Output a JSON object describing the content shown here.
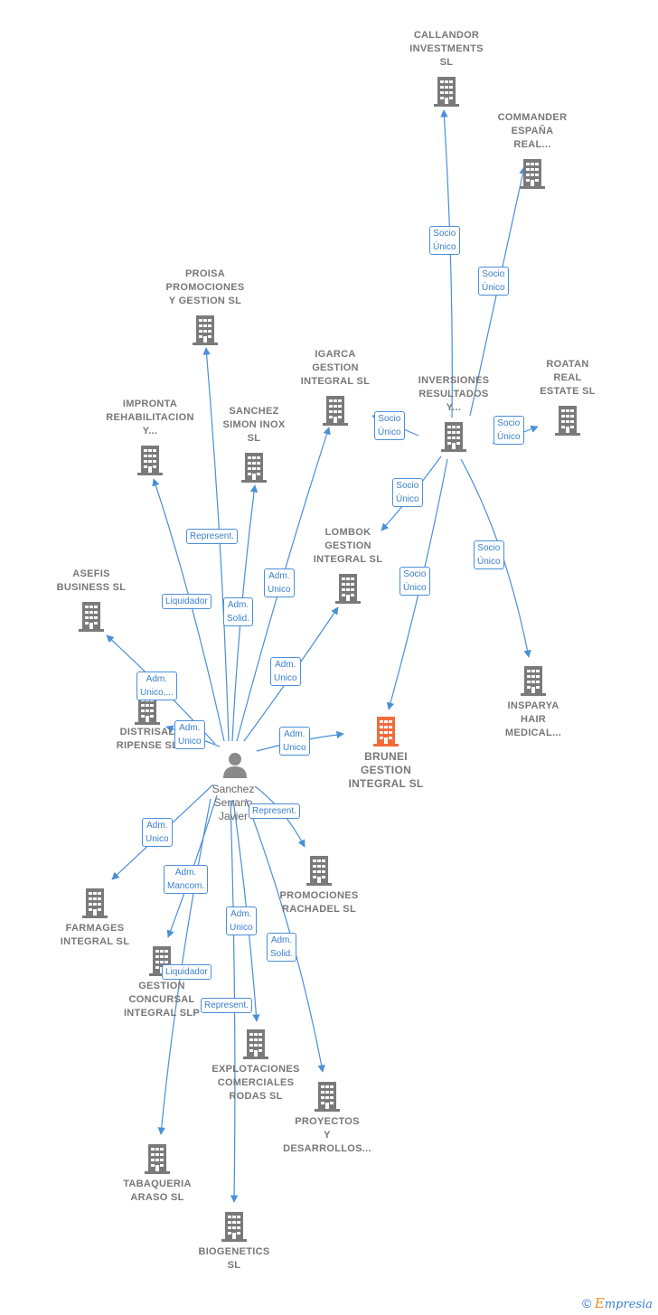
{
  "colors": {
    "edge": "#4a8fd8",
    "building": "#7a7a7a",
    "focus_building": "#f26b3a",
    "person": "#8a8a8a",
    "label": "#777777"
  },
  "person": {
    "lines": [
      "Sanchez",
      "Serrano",
      "Javier"
    ]
  },
  "companies": {
    "callandor": [
      "CALLANDOR",
      "INVESTMENTS",
      "SL"
    ],
    "commander": [
      "COMMANDER",
      "ESPAÑA",
      "REAL..."
    ],
    "proisa": [
      "PROISA",
      "PROMOCIONES",
      "Y GESTION  SL"
    ],
    "igarca": [
      "IGARCA",
      "GESTION",
      "INTEGRAL  SL"
    ],
    "inversiones": [
      "INVERSIONES",
      "RESULTADOS",
      "Y..."
    ],
    "roatan": [
      "ROATAN",
      "REAL",
      "ESTATE  SL"
    ],
    "impronta": [
      "IMPRONTA",
      "REHABILITACION",
      "Y..."
    ],
    "sanchez_simon": [
      "SANCHEZ",
      "SIMON INOX",
      "SL"
    ],
    "lombok": [
      "LOMBOK",
      "GESTION",
      "INTEGRAL  SL"
    ],
    "asefis": [
      "ASEFIS",
      "BUSINESS  SL"
    ],
    "distrisal": [
      "DISTRISAL",
      "RIPENSE SL"
    ],
    "brunei": [
      "BRUNEI",
      "GESTION",
      "INTEGRAL  SL"
    ],
    "insparya": [
      "INSPARYA",
      "HAIR",
      "MEDICAL..."
    ],
    "promociones_rachadel": [
      "PROMOCIONES",
      "RACHADEL SL"
    ],
    "farmages": [
      "FARMAGES",
      "INTEGRAL  SL"
    ],
    "gestion_concursal": [
      "GESTION",
      "CONCURSAL",
      "INTEGRAL SLP"
    ],
    "explotaciones": [
      "EXPLOTACIONES",
      "COMERCIALES",
      "RODAS  SL"
    ],
    "proyectos": [
      "PROYECTOS",
      "Y",
      "DESARROLLOS..."
    ],
    "tabaqueria": [
      "TABAQUERIA",
      "ARASO  SL"
    ],
    "biogenetics": [
      "BIOGENETICS",
      "SL"
    ]
  },
  "edge_labels": {
    "callandor": [
      "Socio",
      "Único"
    ],
    "commander": [
      "Socio",
      "Único"
    ],
    "igarca_socio": [
      "Socio",
      "Único"
    ],
    "roatan": [
      "Socio",
      "Único"
    ],
    "lombok_socio": [
      "Socio",
      "Único"
    ],
    "brunei_socio": [
      "Socio",
      "Único"
    ],
    "insparya": [
      "Socio",
      "Único"
    ],
    "proisa": [
      "Represent."
    ],
    "impronta": [
      "Liquidador"
    ],
    "sanchez_simon": [
      "Adm.",
      "Solid."
    ],
    "igarca_adm": [
      "Adm.",
      "Unico"
    ],
    "lombok_adm": [
      "Adm.",
      "Unico"
    ],
    "asefis": [
      "Adm.",
      "Unico,..."
    ],
    "distrisal": [
      "Adm.",
      "Unico"
    ],
    "brunei_adm": [
      "Adm.",
      "Unico"
    ],
    "rachadel": [
      "Represent."
    ],
    "farmages": [
      "Adm.",
      "Unico"
    ],
    "gestion_mancom": [
      "Adm.",
      "Mancom."
    ],
    "gestion_liq": [
      "Liquidador"
    ],
    "explotaciones_adm": [
      "Adm.",
      "Unico"
    ],
    "proyectos": [
      "Adm.",
      "Solid."
    ],
    "tabaqueria_rep": [
      "Represent."
    ]
  },
  "brand": {
    "copyright": "©",
    "e": "E",
    "rest": "mpresia"
  }
}
